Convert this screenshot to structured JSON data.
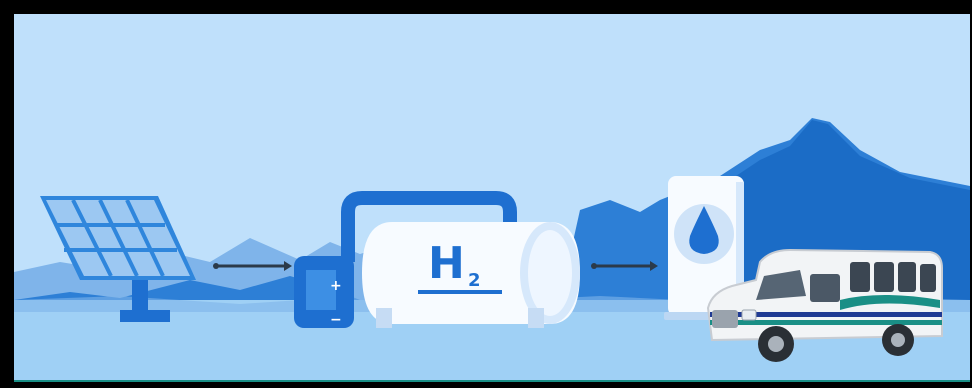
{
  "colors": {
    "frame": "#000000",
    "sky": "#bfe0fb",
    "mountain_far": "#7fb4ea",
    "mountain_mid": "#2d7fd6",
    "mountain_dark": "#1565c0",
    "ground": "#9fd0f5",
    "accent_blue": "#1e6fd0",
    "tank_white": "#f7fbff",
    "arrow": "#2b3a4a",
    "bus_body": "#f2f4f6",
    "bus_stripe_blue": "#1f3a93",
    "bus_stripe_teal": "#1a8f86"
  },
  "diagram": {
    "steps": [
      {
        "name": "solar-panel",
        "icon": "solar-panel-icon"
      },
      {
        "name": "electrolyzer-hydrogen-tank",
        "icon": "hydrogen-tank-icon",
        "label": "H",
        "subscript": "2"
      },
      {
        "name": "hydrogen-dispenser",
        "icon": "hydrogen-drop-icon"
      },
      {
        "name": "fuel-cell-bus",
        "icon": "bus-icon"
      }
    ]
  }
}
